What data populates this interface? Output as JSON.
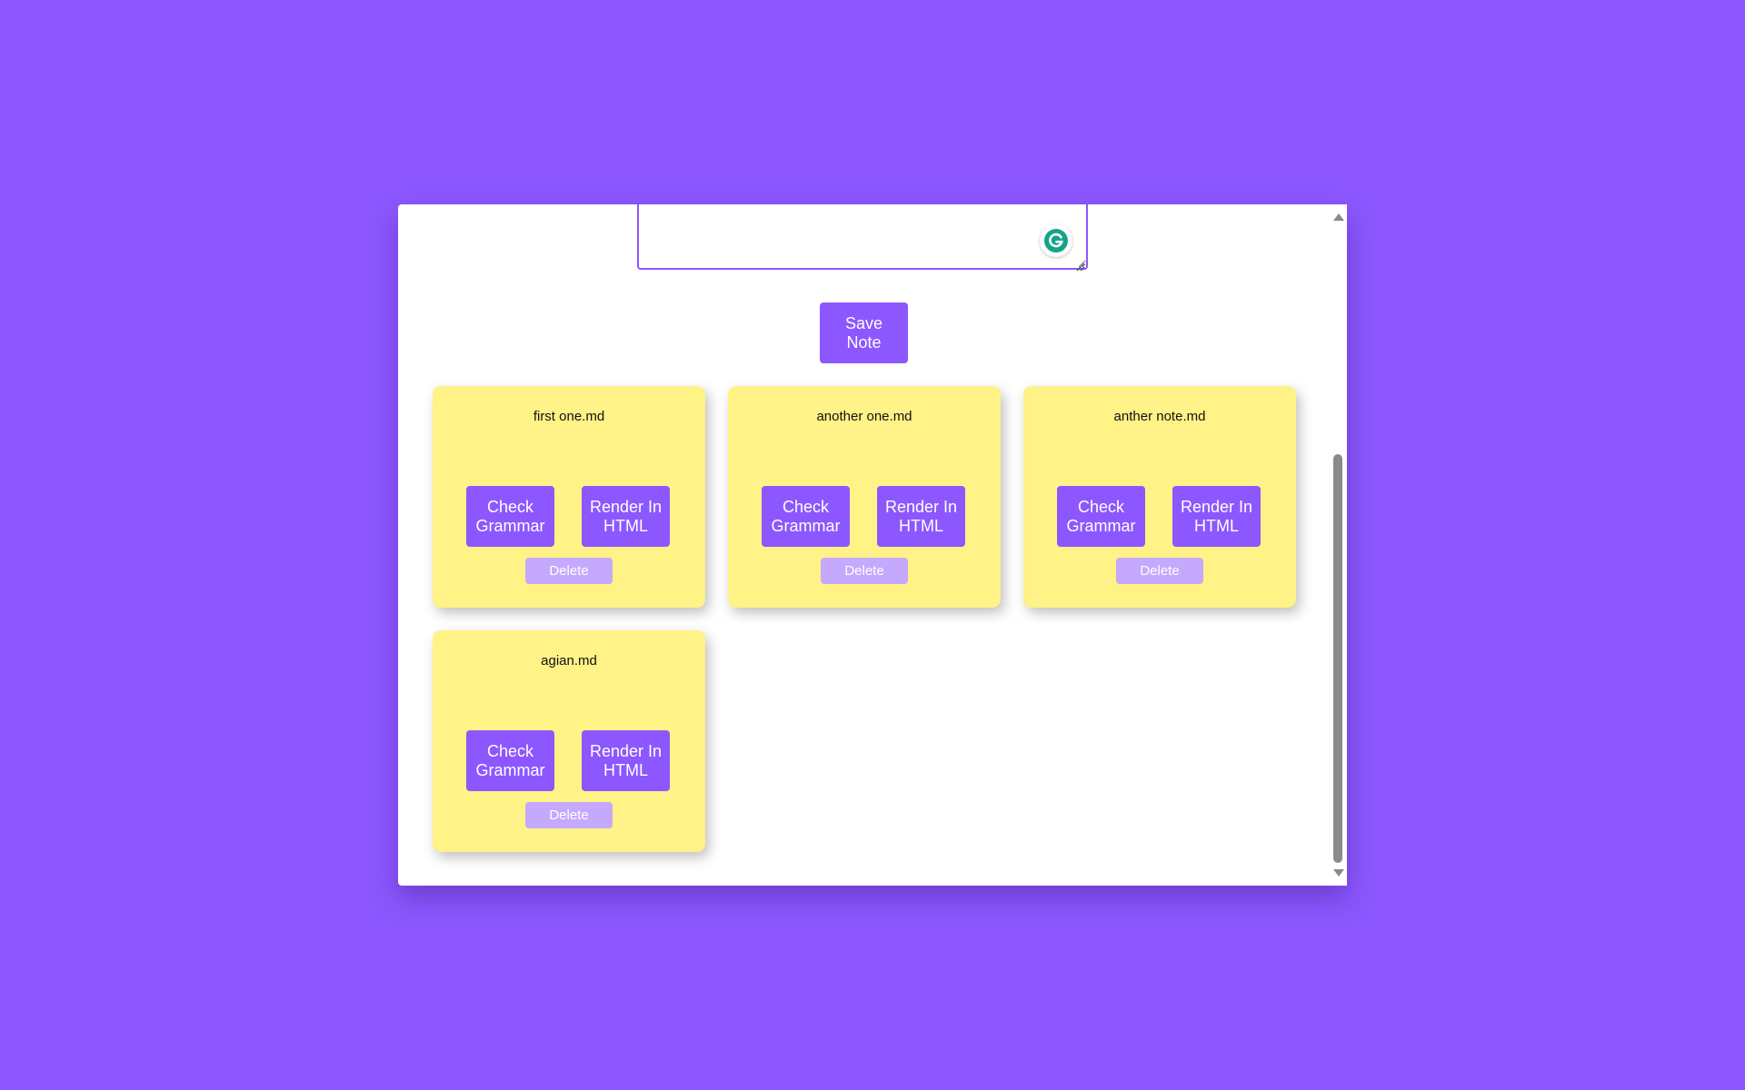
{
  "editor": {
    "text": "",
    "save_label": "Save\nNote"
  },
  "notes": [
    {
      "title": "first one.md",
      "check_grammar_label": "Check Grammar",
      "render_label": "Render In HTML",
      "delete_label": "Delete"
    },
    {
      "title": "another one.md",
      "check_grammar_label": "Check Grammar",
      "render_label": "Render In HTML",
      "delete_label": "Delete"
    },
    {
      "title": "anther note.md",
      "check_grammar_label": "Check Grammar",
      "render_label": "Render In HTML",
      "delete_label": "Delete"
    },
    {
      "title": "agian.md",
      "check_grammar_label": "Check Grammar",
      "render_label": "Render In HTML",
      "delete_label": "Delete"
    }
  ],
  "icons": {
    "grammarly": "grammarly-icon",
    "scroll_up": "scroll-up-arrow-icon",
    "scroll_down": "scroll-down-arrow-icon"
  },
  "colors": {
    "background": "#8c57fe",
    "accent": "#8c57fe",
    "card": "#fff287",
    "delete": "#c4a9fd",
    "grammarly": "#15a38a"
  }
}
